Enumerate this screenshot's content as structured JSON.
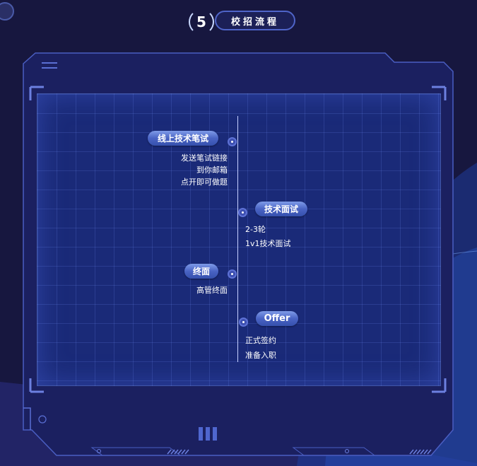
{
  "header": {
    "step_number": "5",
    "title": "校招流程"
  },
  "colors": {
    "background": "#17173f",
    "frame": "#4a5ec2",
    "grid": "#1a2a78",
    "pill": "#4a64c4"
  },
  "timeline": [
    {
      "title": "线上技术笔试",
      "desc_lines": [
        "发送笔试链接",
        "到你邮箱",
        "点开即可做题"
      ],
      "side": "left"
    },
    {
      "title": "技术面试",
      "desc_lines": [
        "2-3轮",
        "1v1技术面试"
      ],
      "side": "right"
    },
    {
      "title": "终面",
      "desc_lines": [
        "高管终面"
      ],
      "side": "left"
    },
    {
      "title": "Offer",
      "desc_lines": [
        "正式签约",
        "准备入职"
      ],
      "side": "right"
    }
  ],
  "icons": {
    "menu": "menu-lines-icon",
    "bars": "triple-bar-icon"
  }
}
